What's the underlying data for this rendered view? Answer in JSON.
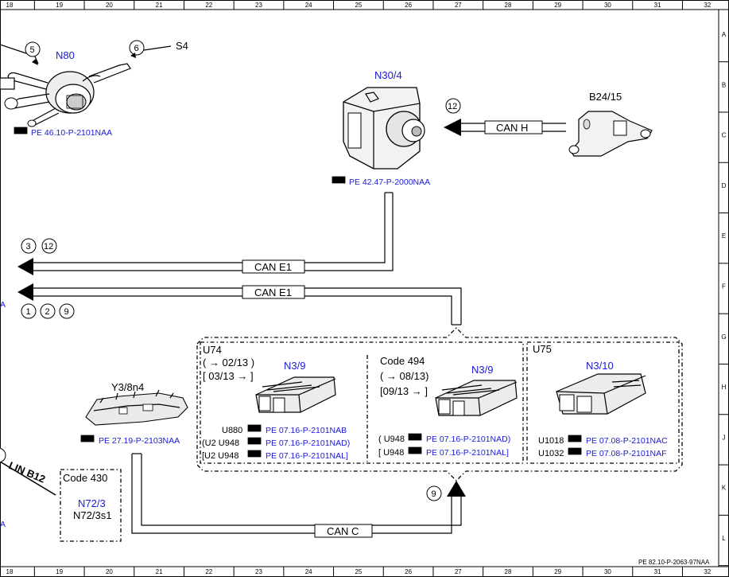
{
  "grid": {
    "columns": [
      "18",
      "19",
      "20",
      "21",
      "22",
      "23",
      "24",
      "25",
      "26",
      "27",
      "28",
      "29",
      "30",
      "31",
      "32"
    ],
    "rows": [
      "A",
      "B",
      "C",
      "D",
      "E",
      "F",
      "G",
      "H",
      "J",
      "K",
      "L"
    ]
  },
  "components": {
    "n80": "N80",
    "s4": "S4",
    "n30_4": "N30/4",
    "b24_15": "B24/15",
    "y3_8n4": "Y3/8n4",
    "n3_9_a": "N3/9",
    "n3_9_b": "N3/9",
    "n3_10": "N3/10",
    "n72_3": "N72/3",
    "n72_3s1": "N72/3s1"
  },
  "refs": {
    "n80": "PE 46.10-P-2101NAA",
    "n30_4": "PE 42.47-P-2000NAA",
    "y3_8n4": "PE 27.19-P-2103NAA",
    "u880": "PE 07.16-P-2101NAB",
    "u2_u948_nad": "PE 07.16-P-2101NAD)",
    "u2_u948_nal": "PE 07.16-P-2101NAL]",
    "u948_nad": "PE 07.16-P-2101NAD)",
    "u948_nal": "PE 07.16-P-2101NAL]",
    "u1018": "PE 07.08-P-2101NAC",
    "u1032": "PE 07.08-P-2101NAF",
    "left_a1": "A",
    "left_a2": "A"
  },
  "buses": {
    "can_h": "CAN H",
    "can_e1_top": "CAN E1",
    "can_e1_bottom": "CAN E1",
    "can_c": "CAN C",
    "lin_b12": "LIN B12"
  },
  "circles": {
    "c5": "5",
    "c6": "6",
    "c12_top": "12",
    "c3": "3",
    "c12_left": "12",
    "c1": "1",
    "c2": "2",
    "c9_left": "9",
    "c9_bottom": "9"
  },
  "groups": {
    "u74": "U74",
    "u74_date1": "( → 02/13 )",
    "u74_date2": "[ 03/13 → ]",
    "code494": "Code 494",
    "code494_date1": "( → 08/13)",
    "code494_date2": "[09/13 → ]",
    "u75": "U75",
    "code430": "Code 430"
  },
  "variants": {
    "u880": "U880",
    "u2_u948_a": "(U2  U948",
    "u2_u948_b": "[U2  U948",
    "u948_a": "( U948",
    "u948_b": "[ U948",
    "u1018": "U1018",
    "u1032": "U1032"
  },
  "footer": "PE 82.10-P-2063-97NAA"
}
